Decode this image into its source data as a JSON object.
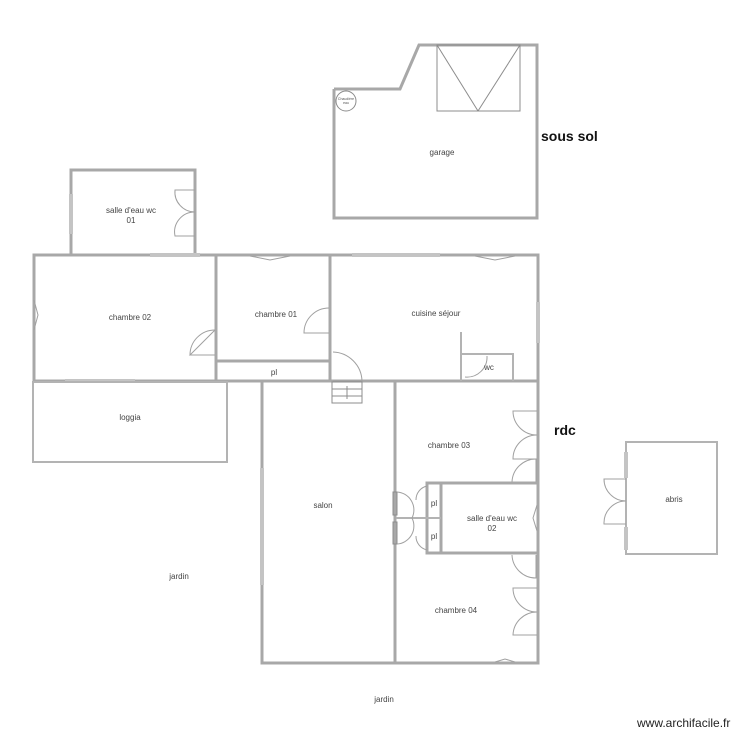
{
  "levels": {
    "basement": "sous sol",
    "ground_floor": "rdc"
  },
  "rooms": {
    "garage": "garage",
    "boiler": "Chaudière eau",
    "salle_eau_01_line1": "salle d'eau wc",
    "salle_eau_01_line2": "01",
    "chambre_02": "chambre 02",
    "chambre_01": "chambre 01",
    "cuisine_sejour": "cuisine séjour",
    "wc": "wc",
    "pl_top": "pl",
    "loggia": "loggia",
    "salon": "salon",
    "chambre_03": "chambre 03",
    "pl_1": "pl",
    "pl_2": "pl",
    "salle_eau_02_line1": "salle d'eau wc",
    "salle_eau_02_line2": "02",
    "chambre_04": "chambre 04",
    "abris": "abris",
    "jardin_left": "jardin",
    "jardin_bottom": "jardin"
  },
  "credit": "www.archifacile.fr",
  "colors": {
    "wall": "#a8a8a8",
    "text": "#444444",
    "background": "#ffffff"
  }
}
